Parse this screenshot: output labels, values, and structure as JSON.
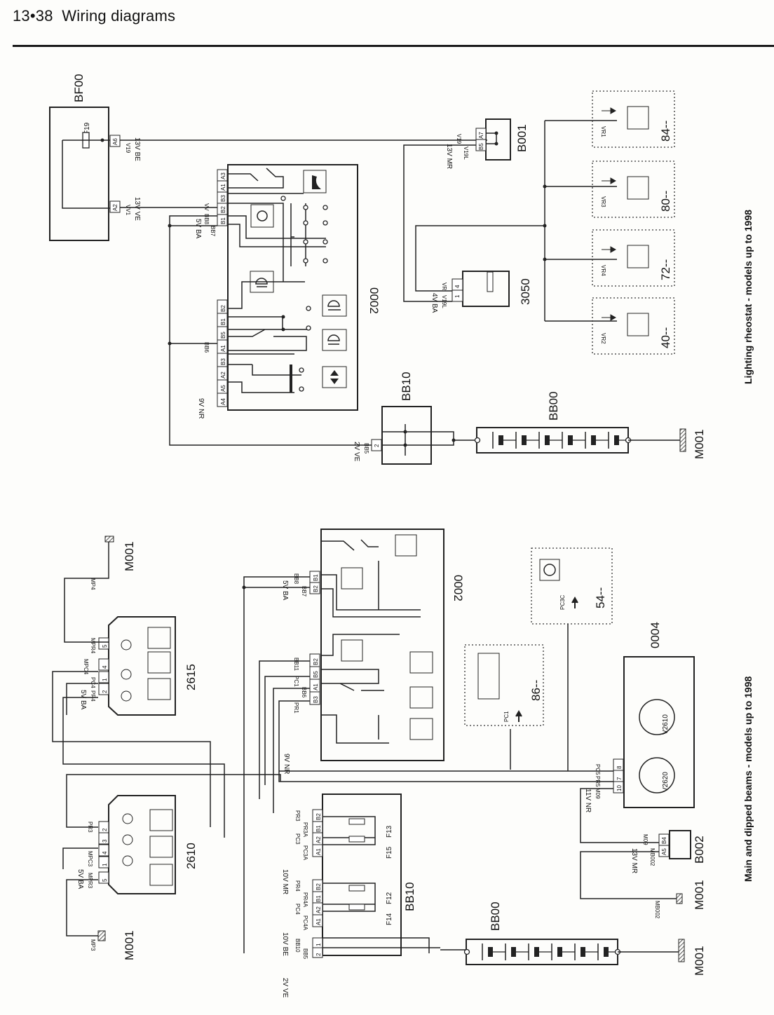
{
  "header": {
    "page_number": "13•38",
    "title": "Wiring diagrams"
  },
  "captions": {
    "top": "Lighting rheostat - models up to 1998",
    "bottom": "Main and dipped beams - models up to 1998"
  },
  "top": {
    "bf00": {
      "name": "BF00",
      "fuse": "F19",
      "pins": [
        "A6",
        "A2"
      ],
      "wire1": "V19",
      "wire1_spec": "13V BE",
      "wire2": "VV1",
      "wire2_spec": "13V VE"
    },
    "switch": {
      "name": "0002",
      "pins_a": [
        "A3",
        "A1",
        "B3",
        "B2",
        "B1"
      ],
      "pins_b": [
        "B2",
        "B1",
        "B5",
        "A1",
        "B3",
        "A2",
        "A5",
        "A4"
      ],
      "wires": [
        "VV",
        "BB8",
        "BB7",
        "BB6"
      ],
      "spec1": "5V BA",
      "spec2": "9V NR"
    },
    "bb10": {
      "name": "BB10",
      "pins": [
        "2"
      ],
      "wire": "BB5",
      "spec": "2V VE"
    },
    "bb00": {
      "name": "BB00"
    },
    "ground": {
      "name": "M001"
    },
    "b001": {
      "name": "B001",
      "pins": [
        "A7",
        "B5"
      ],
      "wires": [
        "V19",
        "V19L"
      ],
      "spec": "13V MR"
    },
    "rheostat": {
      "name": "3050",
      "pins": [
        "4",
        "1"
      ],
      "wires": [
        "VR",
        "V19L"
      ],
      "spec": "4V BA"
    },
    "loads": [
      {
        "wire": "VR1",
        "code": "84--",
        "icon": "clock-icon"
      },
      {
        "wire": "VR3",
        "code": "80--",
        "icon": "fan-icon"
      },
      {
        "wire": "VR4",
        "code": "72--",
        "icon": "display-icon"
      },
      {
        "wire": "VR2",
        "code": "40--",
        "icon": "gauge-icon"
      }
    ]
  },
  "bottom": {
    "lamp2615": {
      "name": "2615",
      "pins": [
        "5",
        "4",
        "1",
        "2"
      ],
      "wires": [
        "MPR4",
        "MPC4",
        "PC4",
        "PR4"
      ],
      "spec": "5V BA"
    },
    "lamp2610": {
      "name": "2610",
      "pins": [
        "2",
        "3",
        "4",
        "1",
        "5"
      ],
      "wires": [
        "PR3",
        "MPC3",
        "MPR3"
      ],
      "spec": "5V BA"
    },
    "ground_top": {
      "name": "M001",
      "wire": "MP4"
    },
    "ground_left": {
      "name": "M001",
      "wire": "MP3"
    },
    "switch": {
      "name": "0002",
      "pins_a": [
        "B1",
        "B2"
      ],
      "pins_b": [
        "B2",
        "B5",
        "A1",
        "B3"
      ],
      "wires": [
        "BB8",
        "BB7",
        "BB11",
        "PC1",
        "BB6",
        "PR1"
      ],
      "spec1": "5V BA",
      "spec2": "9V NR"
    },
    "bb10": {
      "name": "BB10",
      "fuses": [
        "F13",
        "F15",
        "F12",
        "F14"
      ],
      "pins": [
        "B2",
        "B1",
        "A2",
        "A1",
        "B2",
        "B1",
        "A2",
        "A1",
        "1",
        "2"
      ],
      "wires": [
        "PR3",
        "PR3A",
        "PC3",
        "PC3A",
        "PR4",
        "PR4A",
        "PC4",
        "PC4A",
        "BB10",
        "BB5"
      ],
      "spec1": "10V MR",
      "spec2": "10V BE",
      "spec3": "2V VE"
    },
    "bb00": {
      "name": "BB00"
    },
    "ground_bottom": {
      "name": "M001"
    },
    "ground_b002": {
      "name": "M001",
      "wire": "MB002"
    },
    "module86": {
      "code": "86--",
      "wire": "PC1"
    },
    "module54": {
      "code": "54--",
      "wire": "PC3C"
    },
    "unit0004": {
      "name": "0004",
      "lamps": [
        "V2610",
        "V2620"
      ],
      "pins": [
        "8",
        "7",
        "10"
      ],
      "wires": [
        "PC5",
        "PR5",
        "M09"
      ],
      "spec": "11V NR"
    },
    "b002": {
      "name": "B002",
      "pins": [
        "B4",
        "A5"
      ],
      "wires": [
        "M09",
        "MB002"
      ],
      "spec": "13V MR"
    }
  }
}
